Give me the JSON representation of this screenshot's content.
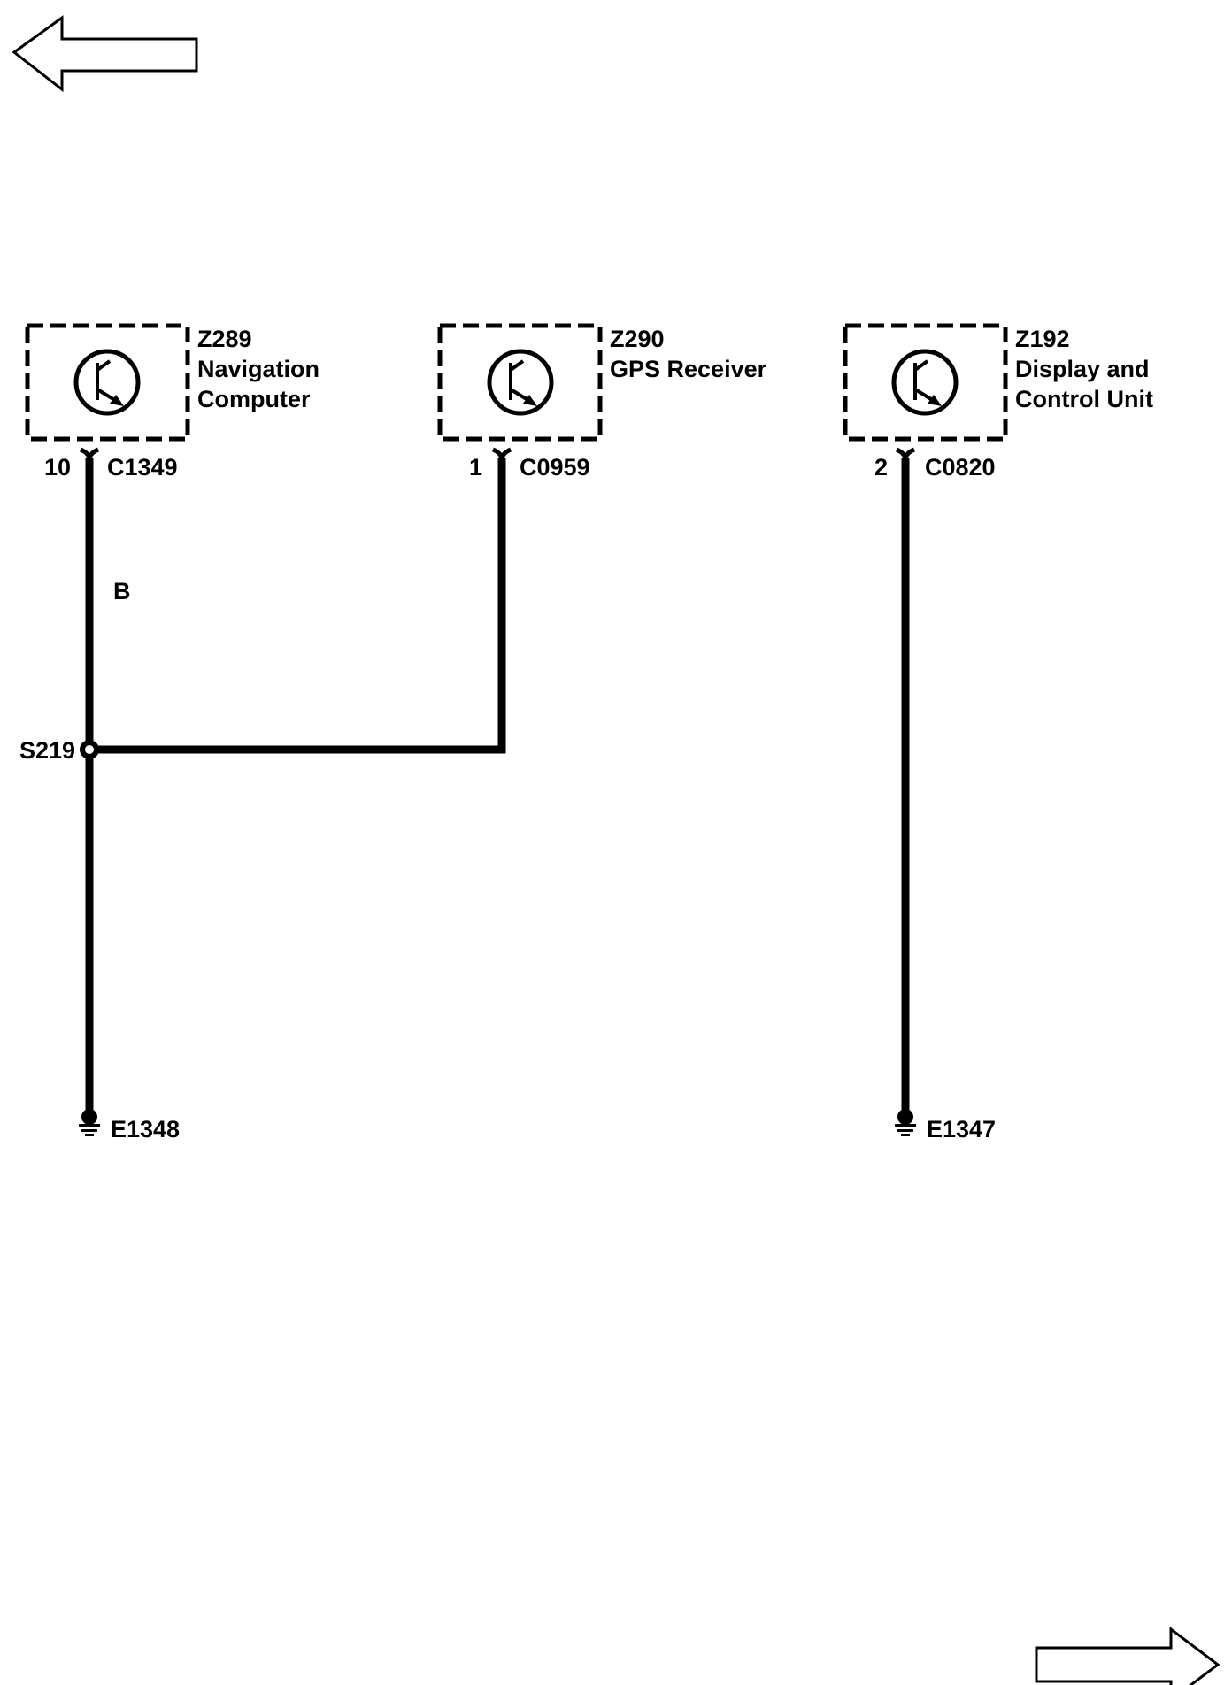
{
  "navigation": {
    "previous_icon": "left-arrow-icon",
    "next_icon": "right-arrow-icon"
  },
  "components": [
    {
      "id": "Z289",
      "name_line1": "Navigation",
      "name_line2": "Computer",
      "pin": "10",
      "connector": "C1349",
      "icon": "transistor-icon"
    },
    {
      "id": "Z290",
      "name_line1": "GPS Receiver",
      "name_line2": "",
      "pin": "1",
      "connector": "C0959",
      "icon": "transistor-icon"
    },
    {
      "id": "Z192",
      "name_line1": "Display and",
      "name_line2": "Control Unit",
      "pin": "2",
      "connector": "C0820",
      "icon": "transistor-icon"
    }
  ],
  "wire_color": "B",
  "splice": "S219",
  "grounds": [
    "E1348",
    "E1347"
  ],
  "colors": {
    "ink": "#000000",
    "background": "#ffffff"
  }
}
